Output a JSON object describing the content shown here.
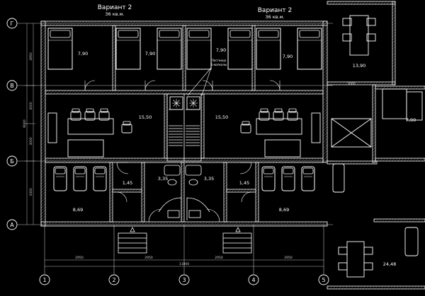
{
  "apartments": [
    {
      "title": "Вариант 2",
      "subtitle": "36 кв.м."
    },
    {
      "title": "Вариант 2",
      "subtitle": "36 кв.м."
    }
  ],
  "room_areas": {
    "bedroom_1": "7,90",
    "bedroom_2": "7,90",
    "bedroom_3": "7,90",
    "bedroom_4": "7,90",
    "bedroom_right": "7,90",
    "living_left": "15,50",
    "living_mid": "15,50",
    "hall_left": "1,45",
    "bath_left": "3,35",
    "bath_right": "3,35",
    "hall_right": "1,45",
    "room_left": "8,69",
    "room_right": "8,69",
    "dining_top": "13,90",
    "dining_bottom": "24,48"
  },
  "stair_note": {
    "line1": "Лестница",
    "line2": "Б-вопкалы"
  },
  "axes_rows": [
    "Г",
    "В",
    "Б",
    "А"
  ],
  "axes_cols": [
    "1",
    "2",
    "3",
    "4",
    "5"
  ],
  "dims_vertical": [
    "2850",
    "3000",
    "6000",
    "3000",
    "3300"
  ],
  "dims_horizontal": [
    "2950",
    "2950",
    "2950",
    "2950",
    "11800"
  ],
  "dim_top_right": "3000",
  "colors": {
    "background": "#000000",
    "wall": "#ffffff",
    "wall_fill": "#1a1a1a",
    "furniture": "#ffffff",
    "grid": "#cfcfcf"
  }
}
